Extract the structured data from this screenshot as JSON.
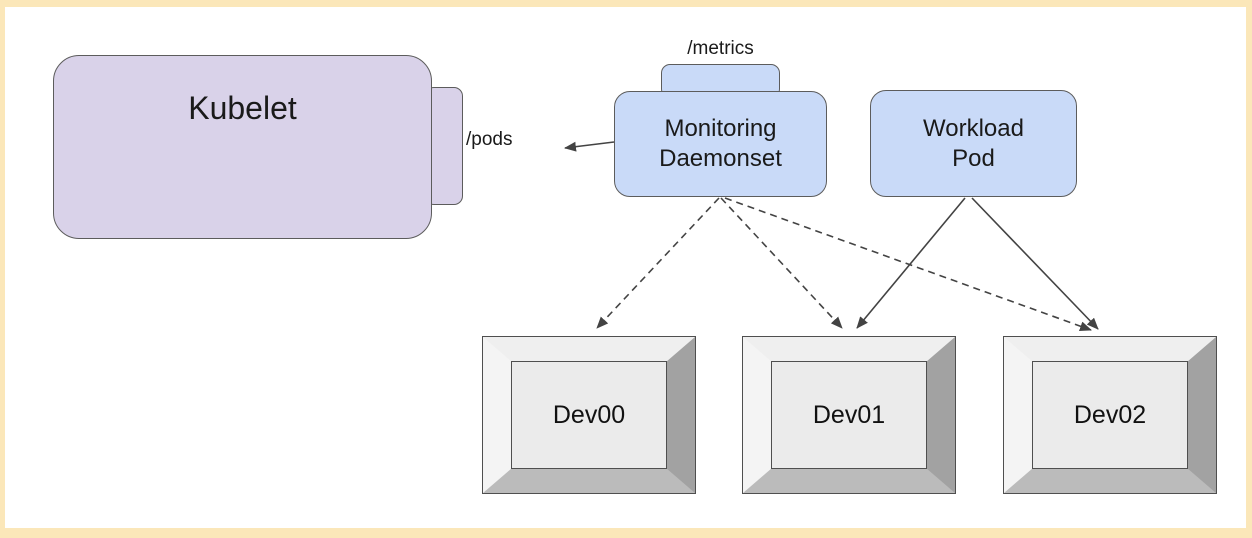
{
  "diagram": {
    "nodes": {
      "kubelet": {
        "label": "Kubelet",
        "endpoint": "/pods"
      },
      "monitoring_daemonset": {
        "lines": [
          "Monitoring",
          "Daemonset"
        ],
        "endpoint": "/metrics"
      },
      "workload_pod": {
        "lines": [
          "Workload",
          "Pod"
        ]
      },
      "devices": [
        {
          "label": "Dev00"
        },
        {
          "label": "Dev01"
        },
        {
          "label": "Dev02"
        }
      ]
    },
    "edges": [
      {
        "from": "monitoring-daemonset",
        "to": "kubelet-pods-endpoint",
        "style": "solid"
      },
      {
        "from": "monitoring-daemonset",
        "to": "dev00",
        "style": "dashed"
      },
      {
        "from": "monitoring-daemonset",
        "to": "dev01",
        "style": "dashed"
      },
      {
        "from": "monitoring-daemonset",
        "to": "dev02",
        "style": "dashed"
      },
      {
        "from": "workload-pod",
        "to": "dev01",
        "style": "solid"
      },
      {
        "from": "workload-pod",
        "to": "dev02",
        "style": "solid"
      }
    ],
    "colors": {
      "frame_border": "#FBE7B9",
      "canvas_background": "#FFFFFF",
      "kubelet_fill": "#D9D2E9",
      "pod_fill": "#C9DAF8",
      "node_border": "#5C5C5C",
      "device_face": "#EBEBEB",
      "device_bevel_light": "#F4F4F4",
      "device_bevel_right": "#A2A2A2",
      "device_bevel_bottom": "#BBBBBB",
      "arrow": "#434343",
      "text": "#1A1A1A"
    }
  }
}
